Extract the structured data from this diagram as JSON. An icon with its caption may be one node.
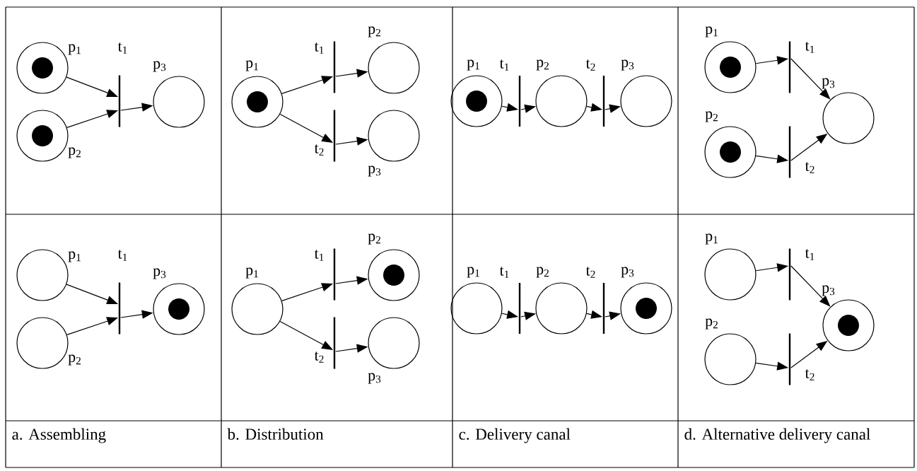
{
  "diagram": {
    "nodes": [
      {
        "text": [],
        "shape": "circle",
        "beside": [
          "p$_{1}$"
        ]
      },
      {
        "text": [],
        "shape": "dot",
        "in": 0
      },
      {
        "text": [],
        "shape": "circle",
        "beside": [
          "p$_{2}$"
        ]
      },
      {
        "text": [],
        "shape": "dot",
        "in": 2
      },
      {
        "text": [],
        "shape": "bar",
        "beside": [
          "t$_{1}$"
        ]
      },
      {
        "text": [],
        "shape": "circle",
        "beside": [
          "p$_{3}$"
        ]
      },
      {
        "text": [],
        "shape": "circle",
        "beside": [
          "p$_{1}$"
        ]
      },
      {
        "text": [],
        "shape": "dot",
        "in": 6
      },
      {
        "text": [],
        "shape": "bar",
        "beside": [
          "t$_{1}$"
        ]
      },
      {
        "text": [],
        "shape": "bar",
        "beside": [
          "t$_{2}$"
        ]
      },
      {
        "text": [],
        "shape": "circle",
        "beside": [
          "p$_{2}$"
        ]
      },
      {
        "text": [],
        "shape": "circle",
        "beside": [
          "p$_{3}$"
        ]
      },
      {
        "text": [],
        "shape": "circle",
        "beside": [
          "p$_{1}$"
        ]
      },
      {
        "text": [],
        "shape": "dot",
        "in": 12
      },
      {
        "text": [],
        "shape": "bar",
        "beside": [
          "t$_{1}$"
        ]
      },
      {
        "text": [],
        "shape": "circle",
        "beside": [
          "p$_{2}$"
        ]
      },
      {
        "text": [],
        "shape": "bar",
        "beside": [
          "t$_{2}$"
        ]
      },
      {
        "text": [],
        "shape": "circle",
        "beside": [
          "p$_{3}$"
        ]
      },
      {
        "text": [],
        "shape": "circle",
        "beside": [
          "p$_{1}$"
        ]
      },
      {
        "text": [],
        "shape": "dot",
        "in": 18
      },
      {
        "text": [],
        "shape": "bar",
        "beside": [
          "t$_{1}$"
        ]
      },
      {
        "text": [],
        "shape": "circle",
        "beside": [
          "p$_{2}$"
        ]
      },
      {
        "text": [],
        "shape": "dot",
        "in": 21
      },
      {
        "text": [],
        "shape": "bar",
        "beside": [
          "t$_{2}$"
        ]
      },
      {
        "text": [],
        "shape": "circle",
        "beside": [
          "p$_{3}$"
        ]
      },
      {
        "text": [],
        "shape": "circle",
        "beside": [
          "p$_{1}$"
        ]
      },
      {
        "text": [],
        "shape": "circle",
        "beside": [
          "p$_{2}$"
        ]
      },
      {
        "text": [],
        "shape": "bar",
        "beside": [
          "t$_{1}$"
        ]
      },
      {
        "text": [],
        "shape": "circle",
        "beside": [
          "p$_{3}$"
        ]
      },
      {
        "text": [],
        "shape": "dot",
        "in": 28
      },
      {
        "text": [],
        "shape": "circle",
        "beside": [
          "p$_{1}$"
        ]
      },
      {
        "text": [],
        "shape": "bar",
        "beside": [
          "t$_{1}$"
        ]
      },
      {
        "text": [],
        "shape": "bar",
        "beside": [
          "t$_{2}$"
        ]
      },
      {
        "text": [],
        "shape": "circle",
        "beside": [
          "p$_{2}$"
        ]
      },
      {
        "text": [],
        "shape": "dot",
        "in": 33
      },
      {
        "text": [],
        "shape": "circle",
        "beside": [
          "p$_{3}$"
        ]
      },
      {
        "text": [],
        "shape": "circle",
        "beside": [
          "p$_{1}$"
        ]
      },
      {
        "text": [],
        "shape": "bar",
        "beside": [
          "t$_{1}$"
        ]
      },
      {
        "text": [],
        "shape": "circle",
        "beside": [
          "p$_{2}$"
        ]
      },
      {
        "text": [],
        "shape": "bar",
        "beside": [
          "t$_{2}$"
        ]
      },
      {
        "text": [],
        "shape": "circle",
        "beside": [
          "p$_{3}$"
        ]
      },
      {
        "text": [],
        "shape": "dot",
        "in": 40
      },
      {
        "text": [],
        "shape": "circle",
        "beside": [
          "p$_{1}$"
        ]
      },
      {
        "text": [],
        "shape": "bar",
        "beside": [
          "t$_{1}$"
        ]
      },
      {
        "text": [],
        "shape": "circle",
        "beside": [
          "p$_{2}$"
        ]
      },
      {
        "text": [],
        "shape": "bar",
        "beside": [
          "t$_{2}$"
        ]
      },
      {
        "text": [],
        "shape": "circle",
        "beside": [
          "p$_{3}$"
        ]
      },
      {
        "text": [],
        "shape": "dot",
        "in": 46
      }
    ],
    "edges": [
      {
        "from": 0,
        "to": 4,
        "arrow": "to"
      },
      {
        "from": 2,
        "to": 4,
        "arrow": "to"
      },
      {
        "from": 4,
        "to": 5,
        "arrow": "to"
      },
      {
        "from": 6,
        "to": 8,
        "arrow": "to"
      },
      {
        "from": 6,
        "to": 9,
        "arrow": "to"
      },
      {
        "from": 8,
        "to": 10,
        "arrow": "to"
      },
      {
        "from": 9,
        "to": 11,
        "arrow": "to"
      },
      {
        "from": 12,
        "to": 14,
        "arrow": "to"
      },
      {
        "from": 14,
        "to": 15,
        "arrow": "to"
      },
      {
        "from": 15,
        "to": 16,
        "arrow": "to"
      },
      {
        "from": 16,
        "to": 17,
        "arrow": "to"
      },
      {
        "from": 18,
        "to": 20,
        "arrow": "to"
      },
      {
        "from": 21,
        "to": 23,
        "arrow": "to"
      },
      {
        "from": 20,
        "to": 24,
        "arrow": "to"
      },
      {
        "from": 23,
        "to": 24,
        "arrow": "to"
      },
      {
        "from": 25,
        "to": 27,
        "arrow": "to"
      },
      {
        "from": 26,
        "to": 27,
        "arrow": "to"
      },
      {
        "from": 27,
        "to": 28,
        "arrow": "to"
      },
      {
        "from": 30,
        "to": 31,
        "arrow": "to"
      },
      {
        "from": 30,
        "to": 32,
        "arrow": "to"
      },
      {
        "from": 31,
        "to": 33,
        "arrow": "to"
      },
      {
        "from": 32,
        "to": 35,
        "arrow": "to"
      },
      {
        "from": 36,
        "to": 37,
        "arrow": "to"
      },
      {
        "from": 37,
        "to": 38,
        "arrow": "to"
      },
      {
        "from": 38,
        "to": 39,
        "arrow": "to"
      },
      {
        "from": 39,
        "to": 40,
        "arrow": "to"
      },
      {
        "from": 42,
        "to": 43,
        "arrow": "to"
      },
      {
        "from": 44,
        "to": 45,
        "arrow": "to"
      },
      {
        "from": 43,
        "to": 46,
        "arrow": "to"
      },
      {
        "from": 45,
        "to": 46,
        "arrow": "to"
      }
    ],
    "labels": [
      "a. Assembling",
      "b. Distribution",
      "c. Delivery canal",
      "d. Alternative delivery canal"
    ]
  }
}
